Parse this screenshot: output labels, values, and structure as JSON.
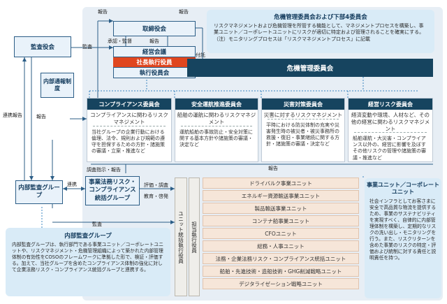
{
  "board": {
    "audit": "監査役会",
    "directors": "取締役会",
    "mgmt_meeting": "経営会議",
    "president": "社長執行役員",
    "officers": "執行役員会",
    "whistle": "内部通報制度",
    "internal_audit": "内部監査グループ"
  },
  "risk_committee": "危機管理委員会",
  "risk_note": {
    "title": "危機管理委員会および下部4委員会",
    "body": "リスクマネジメントおよび危機管理を所管する機能として、マネジメントプロセスを構築し、事業ユニット／コーポレートユニットにリスクが適切に特定および管理されることを確実にする。",
    "footnote": "（注）モニタリングプロセスは「リスクマネジメントプロセス」に記載"
  },
  "committees": [
    {
      "name": "コンプライアンス委員会",
      "sub": "コンプライアンスに関わるリスクマネジメント",
      "desc": "当社グループの企業行動における倫理、法令、規則および規範の遵守を担保するための方針・諸施策の審議・立案・推進など"
    },
    {
      "name": "安全運航推進委員会",
      "sub": "船舶の運航に関わるリスクマネジメント",
      "desc": "運航船舶の事故防止・安全対策に関する基本方針や諸施策の審議・決定など"
    },
    {
      "name": "災害対策委員会",
      "sub": "災害に対するリスクマネジメント",
      "desc": "平時における防災体制の充実や災害発生時の被災者・被災事務所の救援・復旧・事業継続に関する方針・諸施策の審議・決定など"
    },
    {
      "name": "経営リスク委員会",
      "sub": "経済変動や環境、人材など、その他の経営に関わるリスクマネジメント",
      "desc": "船舶運航・大災害・コンプライアンス以外の、経営に影響を及ぼすその他リスクの管理や諸施策の審議・推進など"
    }
  ],
  "legal_unit": "事業法務リスク・コンプライアンス統括グループ",
  "unit_officer": "ユニット統括執行役員",
  "business_officer": "担当執行役員",
  "units": [
    "ドライバルク事業ユニット",
    "エネルギー資源輸送事業ユニット",
    "製品輸送事業ユニット",
    "コンテナ船事業ユニット",
    "CFOユニット",
    "総務・人事ユニット",
    "法務・企業法務リスク・コンプライアンス統括ユニット",
    "船舶・先進技術・造船技術・GHG削減戦略ユニット",
    "デジタライゼーション戦略ユニット"
  ],
  "unit_note": {
    "title": "事業ユニット／コーポレートユニット",
    "body": "社会インフラとしてお客さまに安全で高品質な物流を提供するため、事業のサステナビリティを実現すべく、自律的に内部管理体制を構築し、定期的なリスクの洗い出し・モニタリングを行う。また、リスクリターンを含めた事業のリスクの特定・評価および統制に対する責任と説明責任を持つ。"
  },
  "audit_note": {
    "title": "内部監査グループ",
    "body": "内部監査グループは、執行部門である事業ユニット／コーポレートユニットや、リスクマネジメント・危機管理組織によって築かれた内部管理体制の有効性をCOSOのフレームワークに準拠した形で、検証・評価する。加えて、当社グループを含めたコンプライアンス体制の強化に対して企業法務リスク・コンプライアンス統括グループと連携する。"
  },
  "labels": {
    "report": "報告",
    "audit": "監査",
    "approve": "承認・監督",
    "report2": "報告",
    "attach": "付託",
    "audit_report": "連携報告",
    "report3": "報告",
    "coop": "連携",
    "instruct": "調査指示・報告",
    "eval": "評価・調査",
    "edu": "教育・啓発",
    "report4": "報告",
    "audit2": "監査"
  }
}
